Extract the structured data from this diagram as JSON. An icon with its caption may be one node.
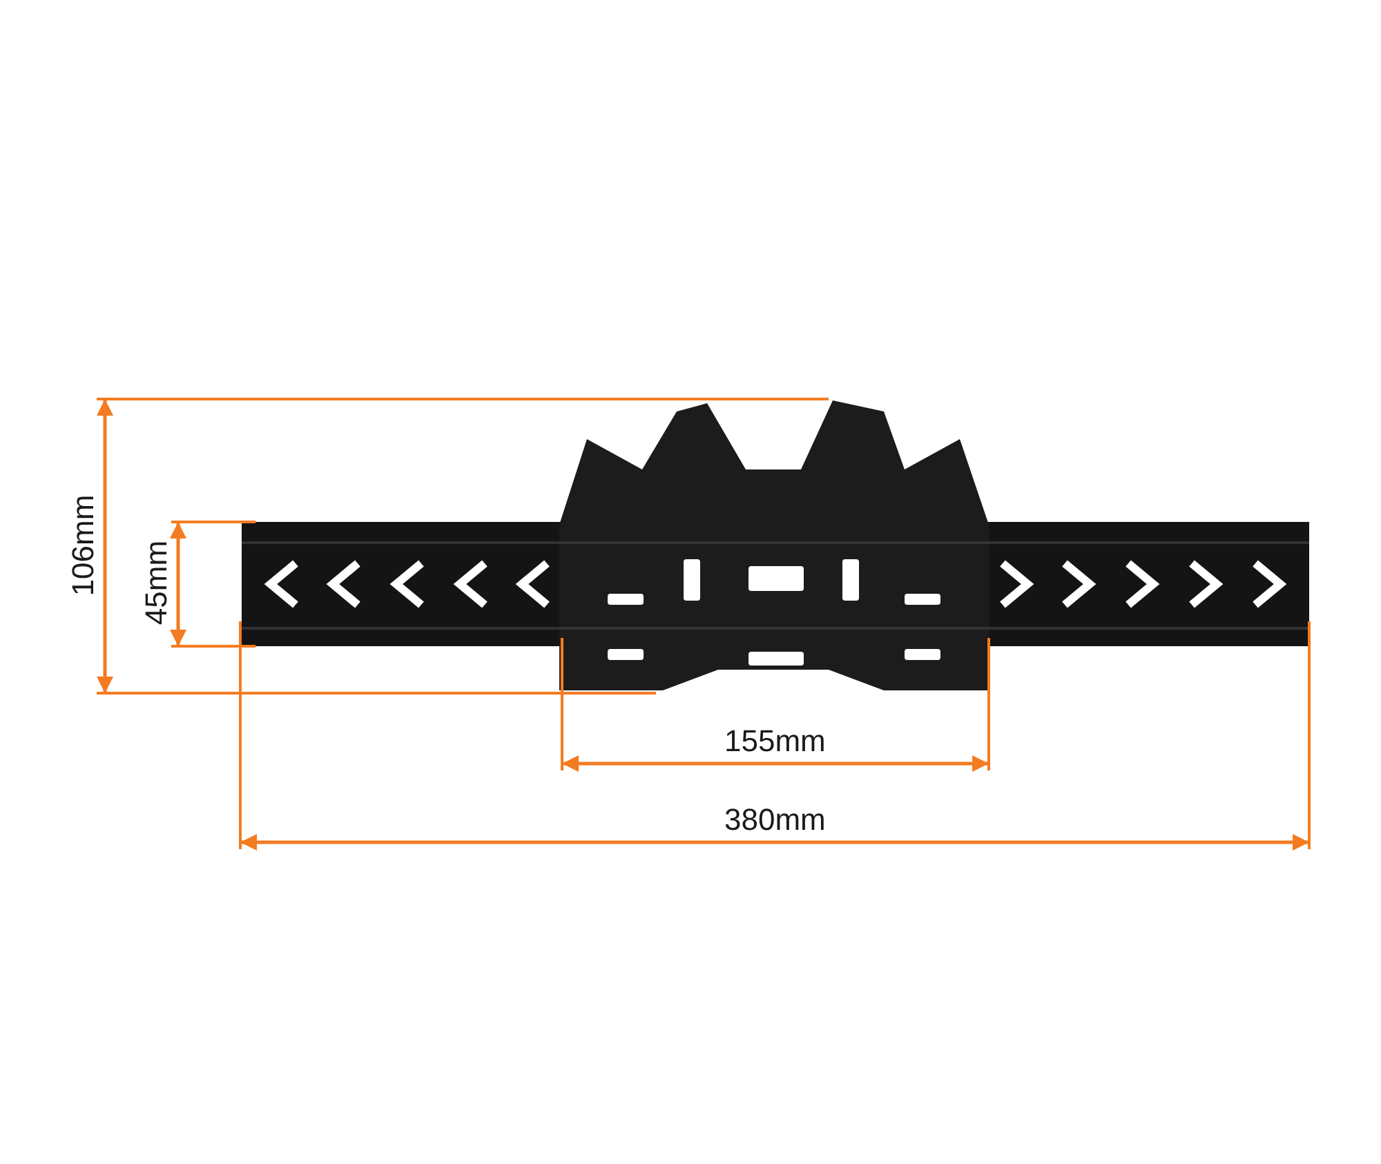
{
  "diagram": {
    "labels": [
      "106mm",
      "45mm",
      "155mm",
      "380mm"
    ]
  }
}
